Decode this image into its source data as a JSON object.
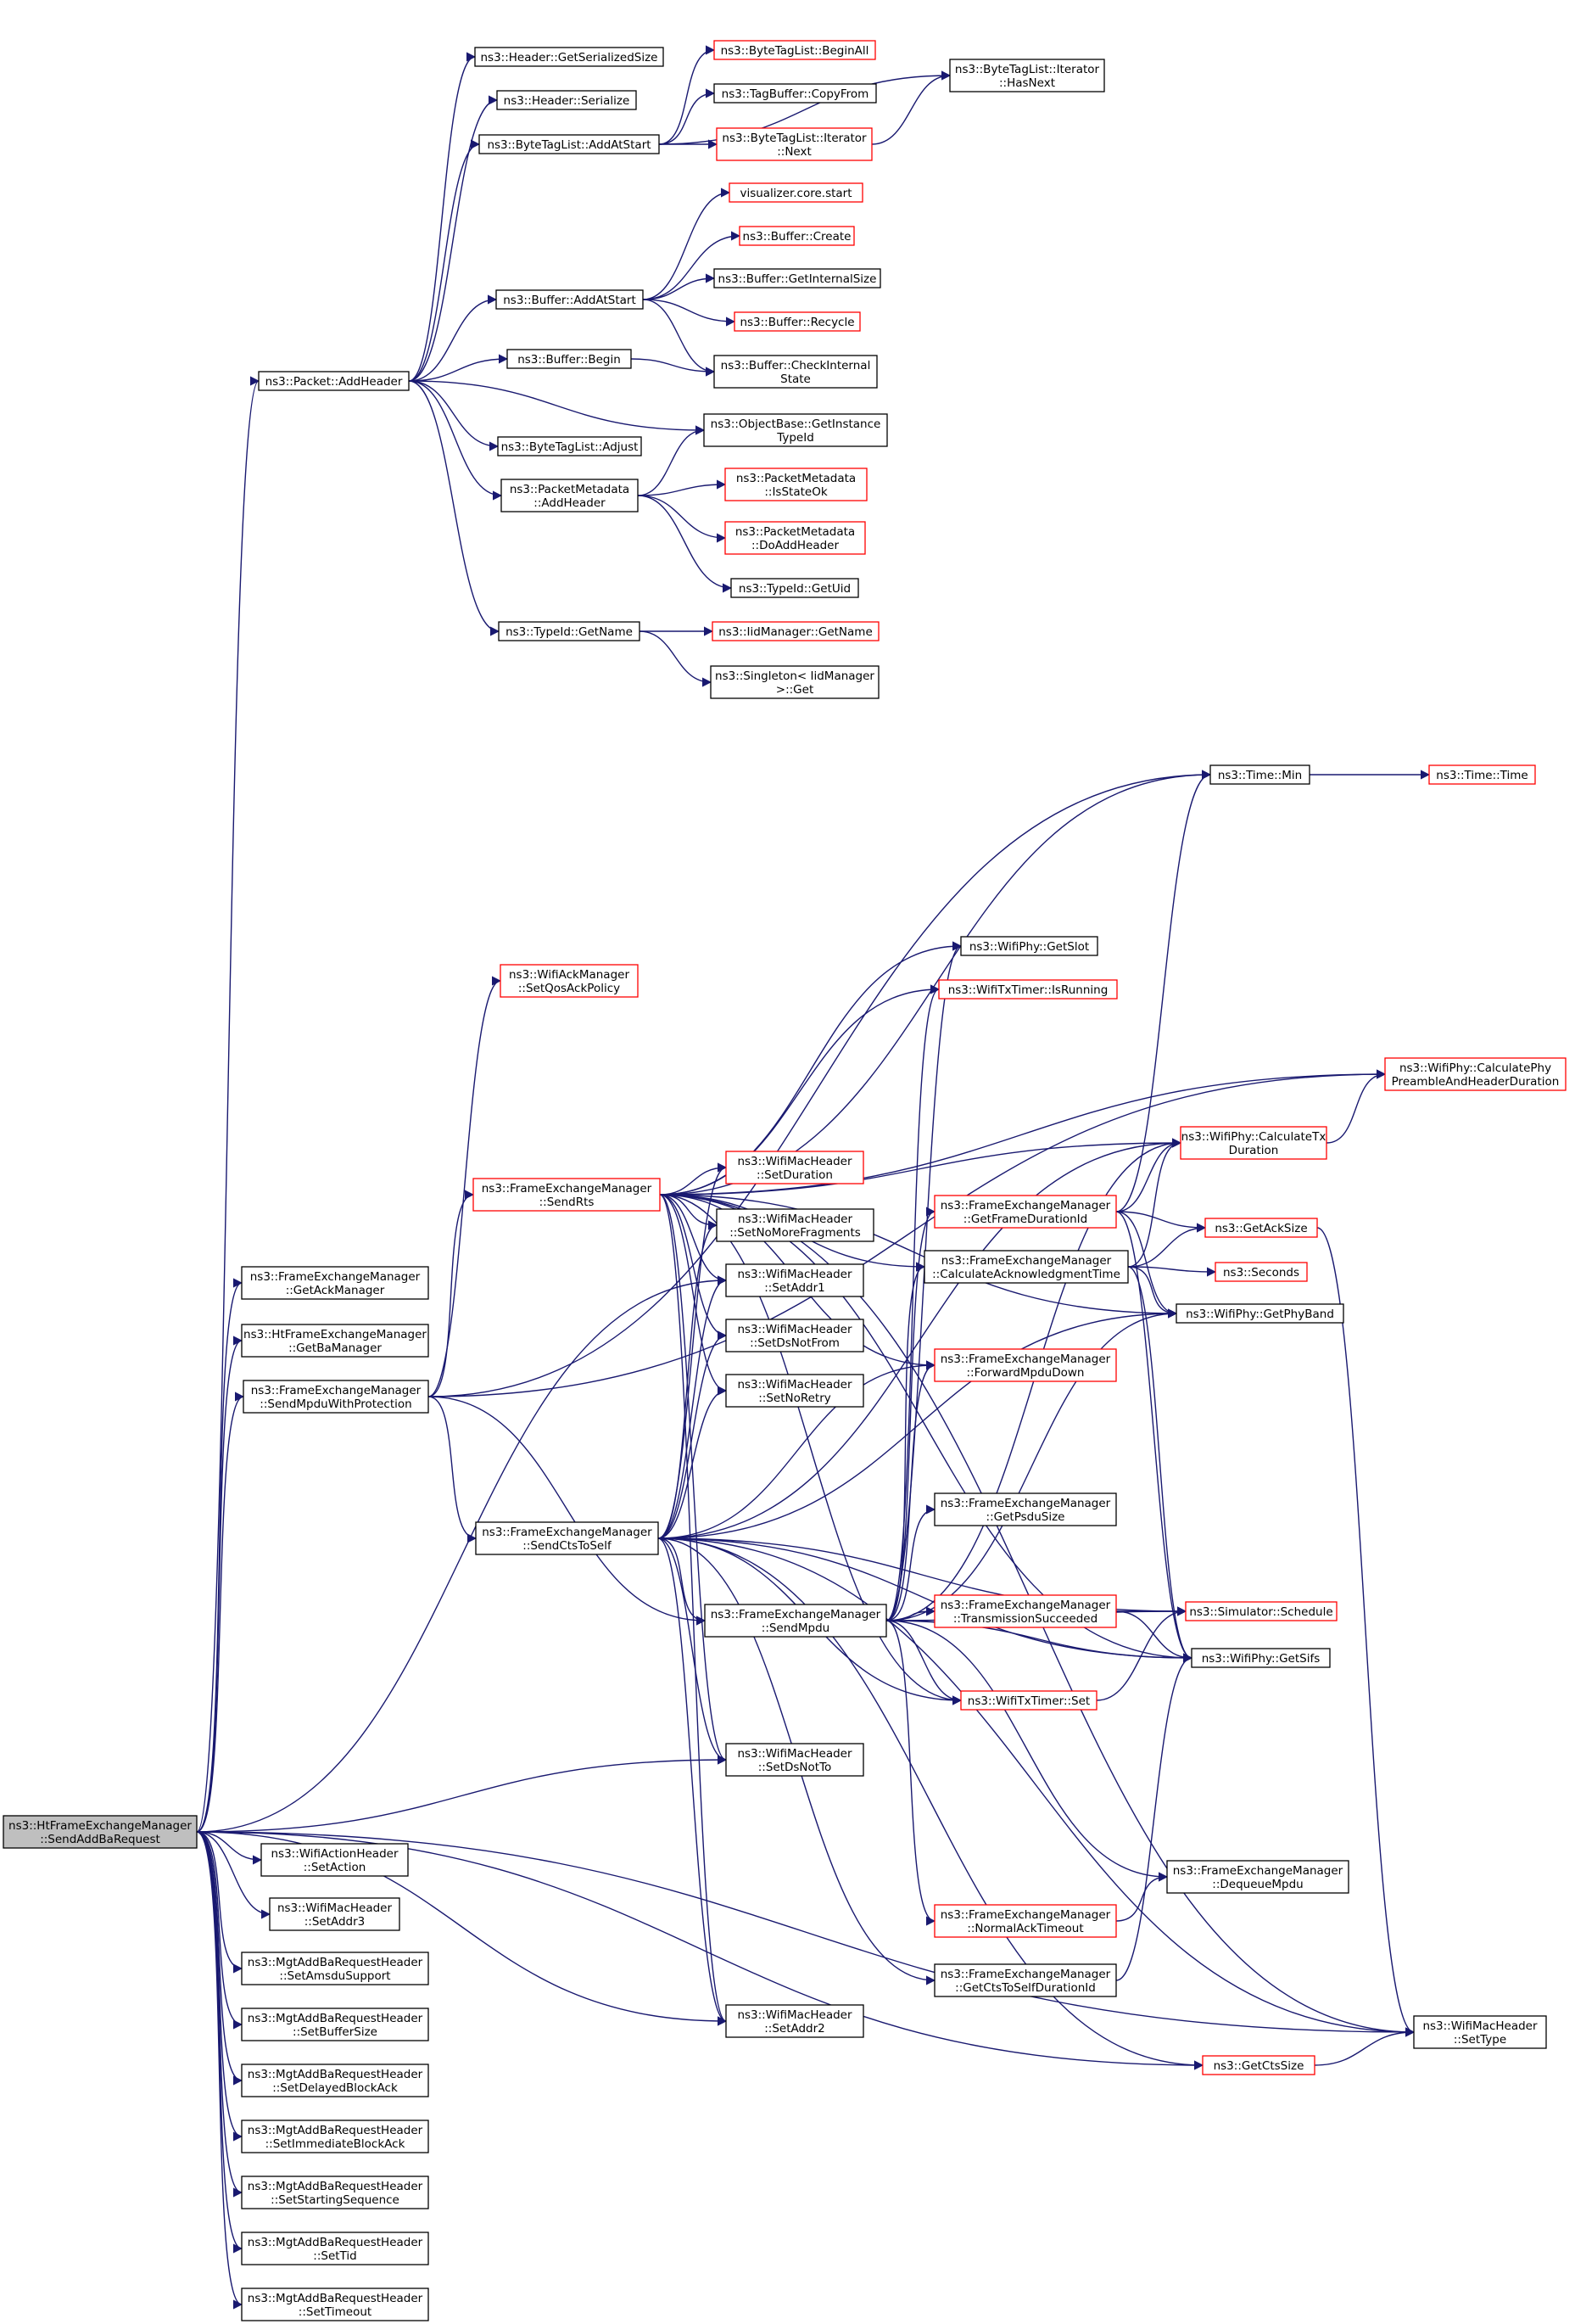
{
  "nodes": [
    {
      "id": "root",
      "lines": [
        "ns3::HtFrameExchangeManager",
        "::SendAddBaRequest"
      ],
      "style": "root"
    },
    {
      "id": "addheader",
      "lines": [
        "ns3::Packet::AddHeader"
      ],
      "style": "black"
    },
    {
      "id": "getsersize",
      "lines": [
        "ns3::Header::GetSerializedSize"
      ],
      "style": "black"
    },
    {
      "id": "serialize",
      "lines": [
        "ns3::Header::Serialize"
      ],
      "style": "black"
    },
    {
      "id": "btl_addatstart",
      "lines": [
        "ns3::ByteTagList::AddAtStart"
      ],
      "style": "black"
    },
    {
      "id": "btl_beginall",
      "lines": [
        "ns3::ByteTagList::BeginAll"
      ],
      "style": "red"
    },
    {
      "id": "tagbuf_copyfrom",
      "lines": [
        "ns3::TagBuffer::CopyFrom"
      ],
      "style": "black"
    },
    {
      "id": "btl_it_next",
      "lines": [
        "ns3::ByteTagList::Iterator",
        "::Next"
      ],
      "style": "red"
    },
    {
      "id": "btl_it_hasnext",
      "lines": [
        "ns3::ByteTagList::Iterator",
        "::HasNext"
      ],
      "style": "black"
    },
    {
      "id": "viz_start",
      "lines": [
        "visualizer.core.start"
      ],
      "style": "red"
    },
    {
      "id": "buf_create",
      "lines": [
        "ns3::Buffer::Create"
      ],
      "style": "red"
    },
    {
      "id": "buf_addatstart",
      "lines": [
        "ns3::Buffer::AddAtStart"
      ],
      "style": "black"
    },
    {
      "id": "buf_getinternalsize",
      "lines": [
        "ns3::Buffer::GetInternalSize"
      ],
      "style": "black"
    },
    {
      "id": "buf_recycle",
      "lines": [
        "ns3::Buffer::Recycle"
      ],
      "style": "red"
    },
    {
      "id": "buf_begin",
      "lines": [
        "ns3::Buffer::Begin"
      ],
      "style": "black"
    },
    {
      "id": "buf_checkinternal",
      "lines": [
        "ns3::Buffer::CheckInternal",
        "State"
      ],
      "style": "black"
    },
    {
      "id": "objbase_getinstance",
      "lines": [
        "ns3::ObjectBase::GetInstance",
        "TypeId"
      ],
      "style": "black"
    },
    {
      "id": "btl_adjust",
      "lines": [
        "ns3::ByteTagList::Adjust"
      ],
      "style": "black"
    },
    {
      "id": "pm_addheader",
      "lines": [
        "ns3::PacketMetadata",
        "::AddHeader"
      ],
      "style": "black"
    },
    {
      "id": "pm_isstateok",
      "lines": [
        "ns3::PacketMetadata",
        "::IsStateOk"
      ],
      "style": "red"
    },
    {
      "id": "pm_doaddheader",
      "lines": [
        "ns3::PacketMetadata",
        "::DoAddHeader"
      ],
      "style": "red"
    },
    {
      "id": "typeid_getuid",
      "lines": [
        "ns3::TypeId::GetUid"
      ],
      "style": "black"
    },
    {
      "id": "typeid_getname",
      "lines": [
        "ns3::TypeId::GetName"
      ],
      "style": "black"
    },
    {
      "id": "iidmgr_getname",
      "lines": [
        "ns3::IidManager::GetName"
      ],
      "style": "red"
    },
    {
      "id": "singleton_get",
      "lines": [
        "ns3::Singleton< IidManager",
        ">::Get"
      ],
      "style": "black"
    },
    {
      "id": "time_min",
      "lines": [
        "ns3::Time::Min"
      ],
      "style": "black"
    },
    {
      "id": "time_time",
      "lines": [
        "ns3::Time::Time"
      ],
      "style": "red"
    },
    {
      "id": "wifiphy_getslot",
      "lines": [
        "ns3::WifiPhy::GetSlot"
      ],
      "style": "black"
    },
    {
      "id": "wifiack_setqos",
      "lines": [
        "ns3::WifiAckManager",
        "::SetQosAckPolicy"
      ],
      "style": "red"
    },
    {
      "id": "txtimer_isrunning",
      "lines": [
        "ns3::WifiTxTimer::IsRunning"
      ],
      "style": "red"
    },
    {
      "id": "calcphypreamble",
      "lines": [
        "ns3::WifiPhy::CalculatePhy",
        "PreambleAndHeaderDuration"
      ],
      "style": "red"
    },
    {
      "id": "calctxduration",
      "lines": [
        "ns3::WifiPhy::CalculateTx",
        "Duration"
      ],
      "style": "red"
    },
    {
      "id": "fem_sendrts",
      "lines": [
        "ns3::FrameExchangeManager",
        "::SendRts"
      ],
      "style": "red"
    },
    {
      "id": "wmh_setduration",
      "lines": [
        "ns3::WifiMacHeader",
        "::SetDuration"
      ],
      "style": "red"
    },
    {
      "id": "wmh_setnomorefrag",
      "lines": [
        "ns3::WifiMacHeader",
        "::SetNoMoreFragments"
      ],
      "style": "black"
    },
    {
      "id": "fem_getframedurationid",
      "lines": [
        "ns3::FrameExchangeManager",
        "::GetFrameDurationId"
      ],
      "style": "red"
    },
    {
      "id": "getacksize",
      "lines": [
        "ns3::GetAckSize"
      ],
      "style": "red"
    },
    {
      "id": "fem_calcackttime",
      "lines": [
        "ns3::FrameExchangeManager",
        "::CalculateAcknowledgmentTime"
      ],
      "style": "black"
    },
    {
      "id": "seconds",
      "lines": [
        "ns3::Seconds"
      ],
      "style": "red"
    },
    {
      "id": "wmh_setaddr1",
      "lines": [
        "ns3::WifiMacHeader",
        "::SetAddr1"
      ],
      "style": "black"
    },
    {
      "id": "wifiphy_getphyband",
      "lines": [
        "ns3::WifiPhy::GetPhyBand"
      ],
      "style": "black"
    },
    {
      "id": "fem_getackmanager",
      "lines": [
        "ns3::FrameExchangeManager",
        "::GetAckManager"
      ],
      "style": "black"
    },
    {
      "id": "htfem_getbamanager",
      "lines": [
        "ns3::HtFrameExchangeManager",
        "::GetBaManager"
      ],
      "style": "black"
    },
    {
      "id": "wmh_setdsnotfrom",
      "lines": [
        "ns3::WifiMacHeader",
        "::SetDsNotFrom"
      ],
      "style": "black"
    },
    {
      "id": "fem_forwardmpdudown",
      "lines": [
        "ns3::FrameExchangeManager",
        "::ForwardMpduDown"
      ],
      "style": "red"
    },
    {
      "id": "fem_sendmpduwithprot",
      "lines": [
        "ns3::FrameExchangeManager",
        "::SendMpduWithProtection"
      ],
      "style": "black"
    },
    {
      "id": "wmh_setnoretry",
      "lines": [
        "ns3::WifiMacHeader",
        "::SetNoRetry"
      ],
      "style": "black"
    },
    {
      "id": "fem_getpsdusize",
      "lines": [
        "ns3::FrameExchangeManager",
        "::GetPsduSize"
      ],
      "style": "black"
    },
    {
      "id": "fem_sendctstoself",
      "lines": [
        "ns3::FrameExchangeManager",
        "::SendCtsToSelf"
      ],
      "style": "black"
    },
    {
      "id": "fem_txsucceeded",
      "lines": [
        "ns3::FrameExchangeManager",
        "::TransmissionSucceeded"
      ],
      "style": "red"
    },
    {
      "id": "sim_schedule",
      "lines": [
        "ns3::Simulator::Schedule"
      ],
      "style": "red"
    },
    {
      "id": "fem_sendmpdu",
      "lines": [
        "ns3::FrameExchangeManager",
        "::SendMpdu"
      ],
      "style": "black"
    },
    {
      "id": "wifiphy_getsifs",
      "lines": [
        "ns3::WifiPhy::GetSifs"
      ],
      "style": "black"
    },
    {
      "id": "txtimer_set",
      "lines": [
        "ns3::WifiTxTimer::Set"
      ],
      "style": "red"
    },
    {
      "id": "wmh_setdsnotto",
      "lines": [
        "ns3::WifiMacHeader",
        "::SetDsNotTo"
      ],
      "style": "black"
    },
    {
      "id": "fem_dequeuempdu",
      "lines": [
        "ns3::FrameExchangeManager",
        "::DequeueMpdu"
      ],
      "style": "black"
    },
    {
      "id": "wah_setaction",
      "lines": [
        "ns3::WifiActionHeader",
        "::SetAction"
      ],
      "style": "black"
    },
    {
      "id": "wmh_setaddr3",
      "lines": [
        "ns3::WifiMacHeader",
        "::SetAddr3"
      ],
      "style": "black"
    },
    {
      "id": "fem_normalacktimeout",
      "lines": [
        "ns3::FrameExchangeManager",
        "::NormalAckTimeout"
      ],
      "style": "red"
    },
    {
      "id": "mgt_setamsdu",
      "lines": [
        "ns3::MgtAddBaRequestHeader",
        "::SetAmsduSupport"
      ],
      "style": "black"
    },
    {
      "id": "fem_getctstoselfdur",
      "lines": [
        "ns3::FrameExchangeManager",
        "::GetCtsToSelfDurationId"
      ],
      "style": "black"
    },
    {
      "id": "mgt_setbuffersize",
      "lines": [
        "ns3::MgtAddBaRequestHeader",
        "::SetBufferSize"
      ],
      "style": "black"
    },
    {
      "id": "wmh_setaddr2",
      "lines": [
        "ns3::WifiMacHeader",
        "::SetAddr2"
      ],
      "style": "black"
    },
    {
      "id": "wmh_settype",
      "lines": [
        "ns3::WifiMacHeader",
        "::SetType"
      ],
      "style": "black"
    },
    {
      "id": "getctssize",
      "lines": [
        "ns3::GetCtsSize"
      ],
      "style": "red"
    },
    {
      "id": "mgt_setdelayed",
      "lines": [
        "ns3::MgtAddBaRequestHeader",
        "::SetDelayedBlockAck"
      ],
      "style": "black"
    },
    {
      "id": "mgt_setimmediate",
      "lines": [
        "ns3::MgtAddBaRequestHeader",
        "::SetImmediateBlockAck"
      ],
      "style": "black"
    },
    {
      "id": "mgt_setstartingseq",
      "lines": [
        "ns3::MgtAddBaRequestHeader",
        "::SetStartingSequence"
      ],
      "style": "black"
    },
    {
      "id": "mgt_settid",
      "lines": [
        "ns3::MgtAddBaRequestHeader",
        "::SetTid"
      ],
      "style": "black"
    },
    {
      "id": "mgt_settimeout",
      "lines": [
        "ns3::MgtAddBaRequestHeader",
        "::SetTimeout"
      ],
      "style": "black"
    }
  ],
  "colors": {
    "edge": "#191970",
    "box_border": "#000000",
    "box_border_red": "#ff0000",
    "root_fill": "#bfbfbf",
    "background": "#ffffff"
  }
}
